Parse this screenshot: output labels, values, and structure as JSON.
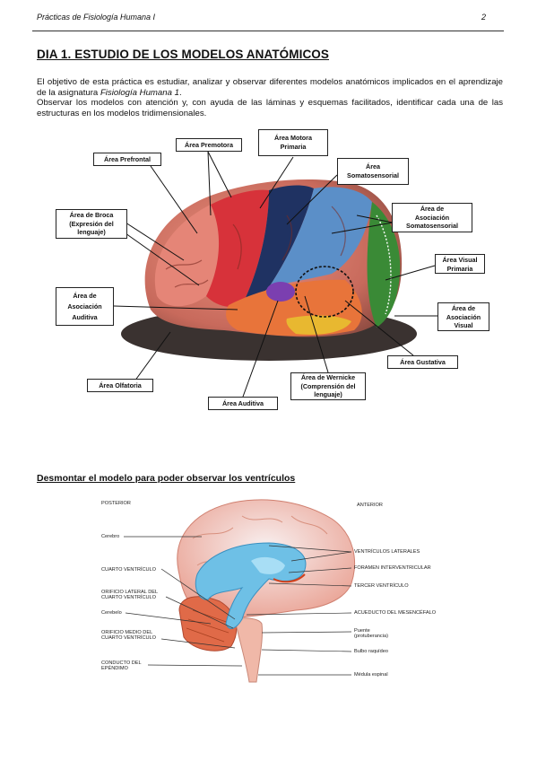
{
  "header": {
    "title": "Prácticas de Fisiología Humana I",
    "page_number": "2"
  },
  "section_title": "DIA 1.  ESTUDIO DE LOS MODELOS ANATÓMICOS",
  "intro": {
    "p1_a": "El objetivo de esta práctica es estudiar, analizar y observar diferentes modelos anatómicos implicados en el aprendizaje de la asignatura ",
    "p1_em": "Fisiología Humana 1",
    "p1_b": ".",
    "p2": "Observar los modelos con atención y, con ayuda de las láminas y esquemas facilitados, identificar cada una de las estructuras en los modelos tridimensionales."
  },
  "brain_labels": {
    "prefrontal": "Área Prefrontal",
    "premotora": "Área Premotora",
    "motora": [
      "Área Motora",
      "Primaria"
    ],
    "somatosensorial": [
      "Área",
      "Somatosensorial"
    ],
    "broca": [
      "Área de Broca",
      "(Expresión del",
      "lenguaje)"
    ],
    "asoc_somato": [
      "Área de",
      "Asociación",
      "Somatosensorial"
    ],
    "visual_primaria": [
      "Área Visual",
      "Primaria"
    ],
    "asoc_auditiva": [
      "Área de",
      "Asociación",
      "Auditiva"
    ],
    "asoc_visual": [
      "Área de",
      "Asociación",
      "Visual"
    ],
    "gustativa": "Área Gustativa",
    "wernicke": [
      "Área de Wernicke",
      "(Comprensión del",
      "lenguaje)"
    ],
    "olfatoria": "Área Olfatoria",
    "auditiva": "Área Auditiva"
  },
  "ventricles_title": "Desmontar el modelo para poder observar los ventrículos",
  "ventricles_labels": {
    "posterior": "POSTERIOR",
    "anterior": "ANTERIOR",
    "cerebro": "Cerebro",
    "cuarto_ventriculo": "CUARTO VENTRÍCULO",
    "orificio_lateral": [
      "ORIFICIO LATERAL DEL",
      "CUARTO VENTRÍCULO"
    ],
    "cerebelo": "Cerebelo",
    "orificio_medio": [
      "ORIFICIO MEDIO DEL",
      "CUARTO VENTRÍCULO"
    ],
    "conducto": [
      "CONDUCTO DEL",
      "EPÉNDIMO"
    ],
    "ventriculos_laterales": "VENTRÍCULOS LATERALES",
    "foramen": "FORAMEN INTERVENTRICULAR",
    "tercer_ventriculo": "TERCER VENTRÍCULO",
    "acueducto": "ACUEDUCTO DEL MESENCÉFALO",
    "puente": [
      "Puente",
      "(protuberancia)"
    ],
    "bulbo": "Bulbo raquídeo",
    "medula": "Médula espinal"
  }
}
